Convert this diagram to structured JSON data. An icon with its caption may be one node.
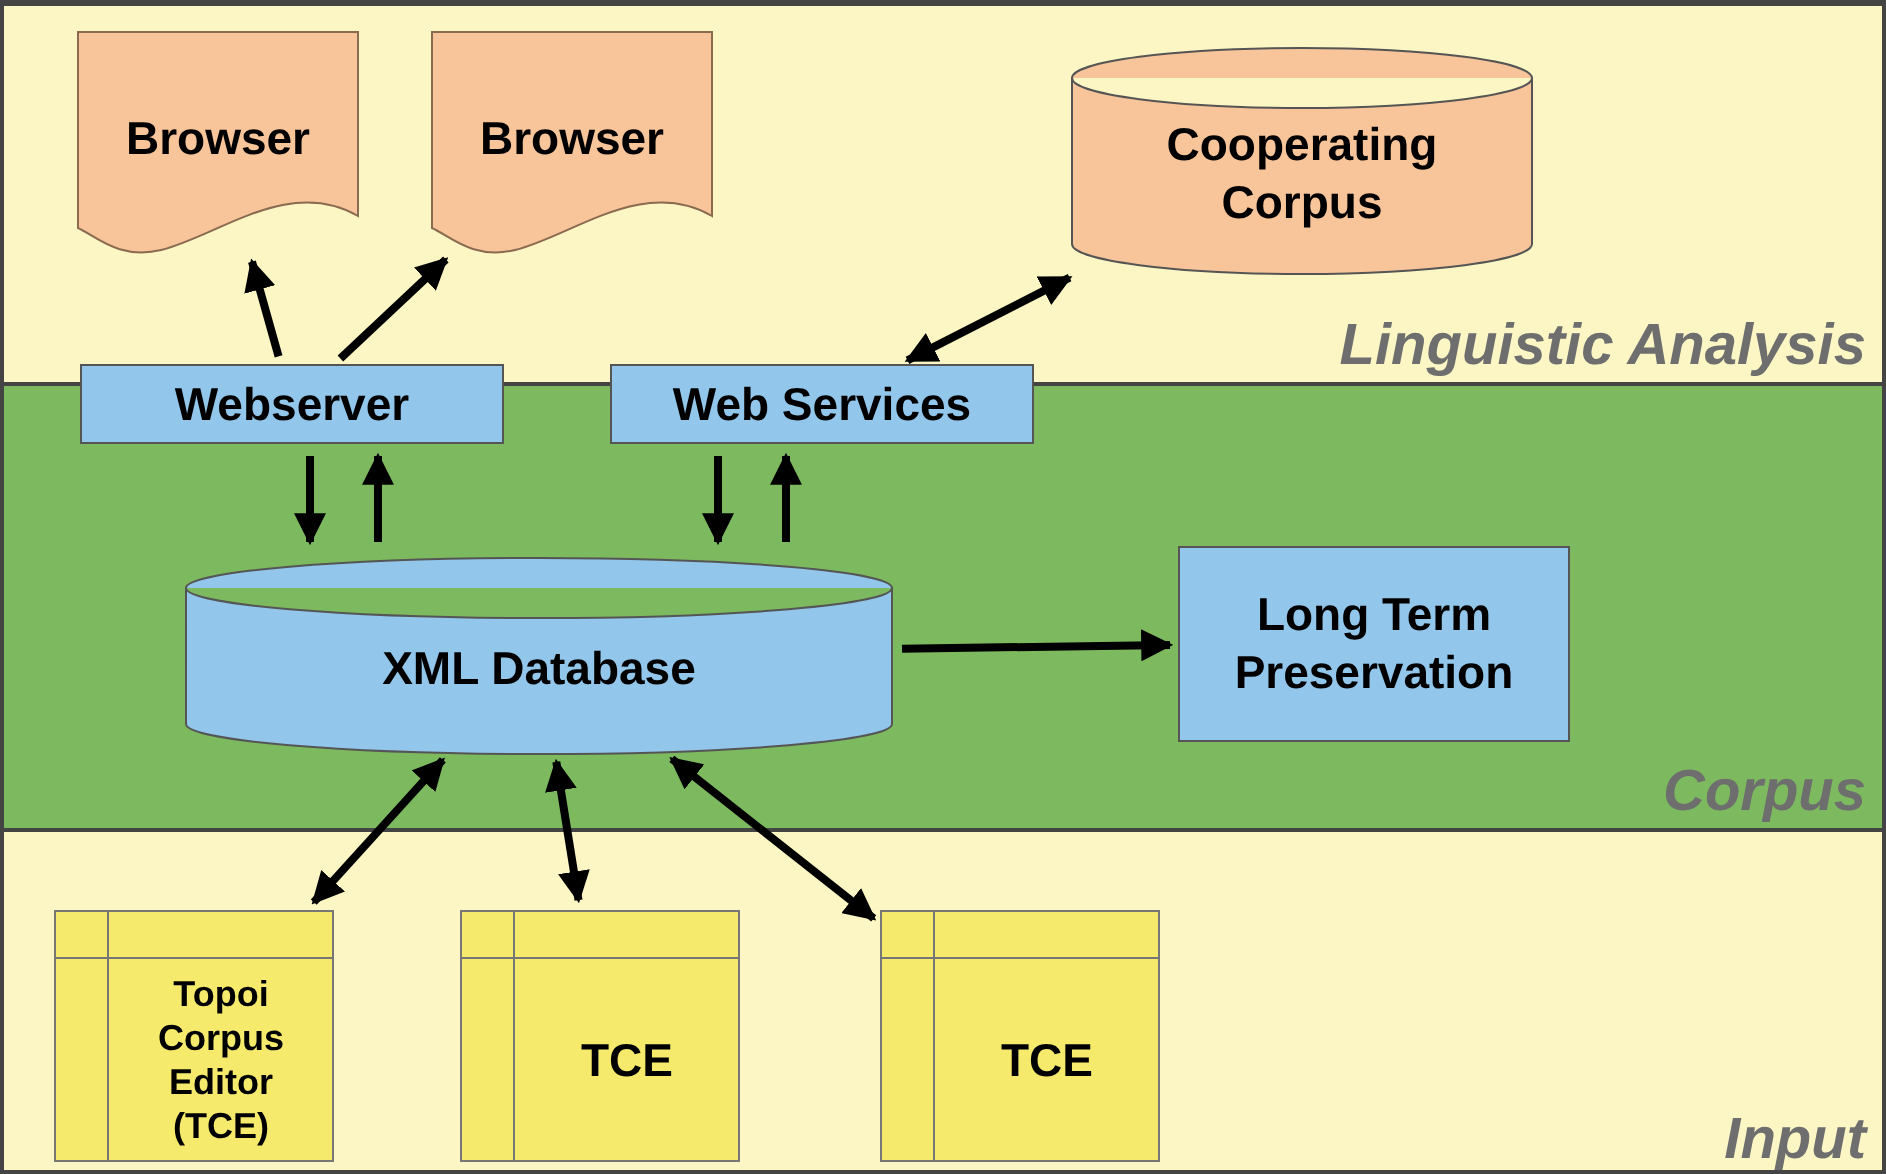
{
  "diagram": {
    "nodes": [
      {
        "text": [
          "Linguistic Analysis"
        ]
      },
      {
        "text": [
          "Corpus"
        ]
      },
      {
        "text": [
          "Input"
        ]
      },
      {
        "text": [
          "Browser"
        ],
        "in": 0
      },
      {
        "text": [
          "Browser"
        ],
        "in": 0
      },
      {
        "text": [
          "Cooperating Corpus"
        ],
        "in": 0
      },
      {
        "text": [
          "Webserver"
        ]
      },
      {
        "text": [
          "Web Services"
        ]
      },
      {
        "text": [
          "XML Database"
        ],
        "in": 1
      },
      {
        "text": [
          "Long Term Preservation"
        ],
        "in": 1
      },
      {
        "text": [
          "Topoi Corpus Editor (TCE)"
        ],
        "in": 2
      },
      {
        "text": [
          "TCE"
        ],
        "in": 2
      },
      {
        "text": [
          "TCE"
        ],
        "in": 2
      }
    ],
    "edges": [
      {
        "from": 6,
        "to": 3,
        "arrow": "to"
      },
      {
        "from": 6,
        "to": 4,
        "arrow": "to"
      },
      {
        "from": 7,
        "to": 5,
        "arrow": "both"
      },
      {
        "from": 6,
        "to": 8,
        "arrow": "to"
      },
      {
        "from": 8,
        "to": 6,
        "arrow": "to"
      },
      {
        "from": 7,
        "to": 8,
        "arrow": "to"
      },
      {
        "from": 8,
        "to": 7,
        "arrow": "to"
      },
      {
        "from": 8,
        "to": 9,
        "arrow": "to"
      },
      {
        "from": 8,
        "to": 10,
        "arrow": "both"
      },
      {
        "from": 8,
        "to": 11,
        "arrow": "both"
      },
      {
        "from": 8,
        "to": 12,
        "arrow": "both"
      }
    ]
  }
}
